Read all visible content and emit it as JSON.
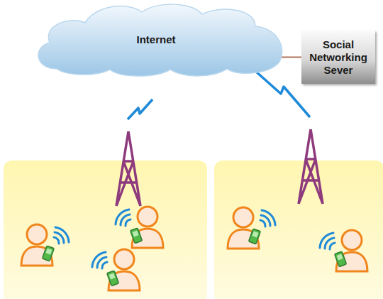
{
  "diagram": {
    "nodes": [
      {
        "text": [
          "Internet"
        ]
      },
      {
        "text": [
          "Social Networking Sever"
        ]
      }
    ],
    "edges": [
      {
        "from": 0,
        "to": 1,
        "arrow": "none"
      }
    ]
  }
}
